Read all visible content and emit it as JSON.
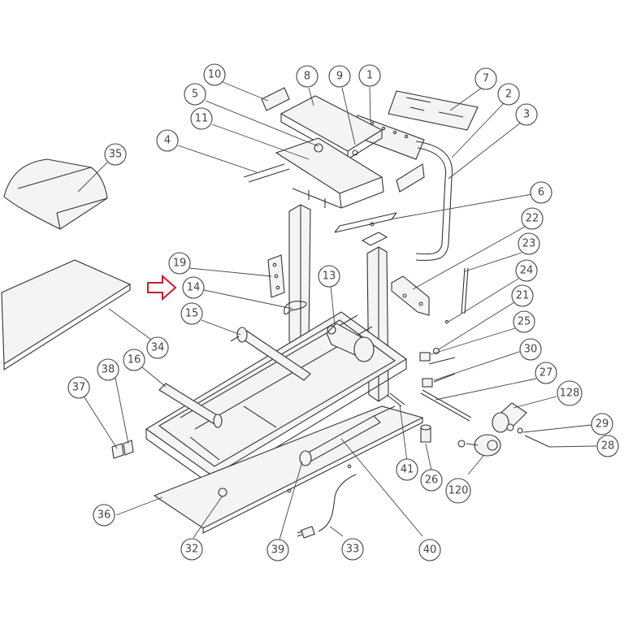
{
  "callouts": [
    "10",
    "8",
    "9",
    "1",
    "7",
    "5",
    "2",
    "3",
    "11",
    "4",
    "35",
    "6",
    "22",
    "23",
    "19",
    "14",
    "13",
    "24",
    "21",
    "15",
    "25",
    "30",
    "16",
    "38",
    "37",
    "27",
    "128",
    "29",
    "28",
    "36",
    "41",
    "26",
    "120",
    "32",
    "39",
    "33",
    "40",
    "34"
  ],
  "colors": {
    "line": "#333333",
    "callout": "#444444",
    "pointer_arrow": "#c0202a"
  },
  "pointer": {
    "target": "14",
    "icon": "right-arrow-icon"
  }
}
